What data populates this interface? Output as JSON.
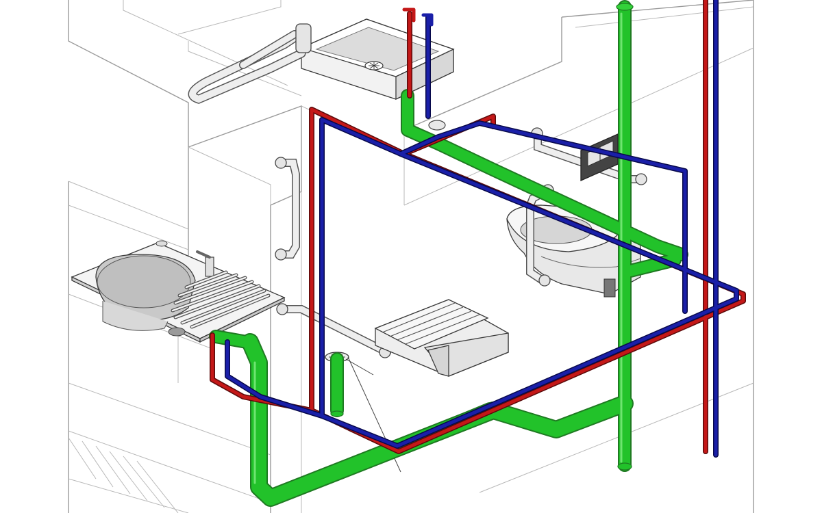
{
  "colors": {
    "background": "#ffffff",
    "wall_line": "#9a9a9a",
    "drain_pipe": "#22c22a",
    "drain_pipe_outline": "#1f7a22",
    "hot_water_pipe": "#c41818",
    "cold_water_pipe": "#1a1fa8",
    "fixture_fill": "#f2f2f2",
    "fixture_shade": "#cfcfcf",
    "fixture_outline": "#3a3a3a"
  },
  "fixtures": [
    {
      "name": "wall-washbasin",
      "kind": "basin"
    },
    {
      "name": "kitchen-sink",
      "kind": "sink-with-drainboard"
    },
    {
      "name": "wall-hung-toilet",
      "kind": "toilet"
    },
    {
      "name": "folding-shower-seat",
      "kind": "seat"
    },
    {
      "name": "flush-plate",
      "kind": "panel"
    },
    {
      "name": "floor-drain",
      "kind": "drain"
    },
    {
      "name": "grab-bars",
      "kind": "rail",
      "count": 5
    }
  ],
  "pipe_systems": [
    {
      "name": "drain",
      "color_key": "drain_pipe"
    },
    {
      "name": "hot-water",
      "color_key": "hot_water_pipe"
    },
    {
      "name": "cold-water",
      "color_key": "cold_water_pipe"
    }
  ]
}
